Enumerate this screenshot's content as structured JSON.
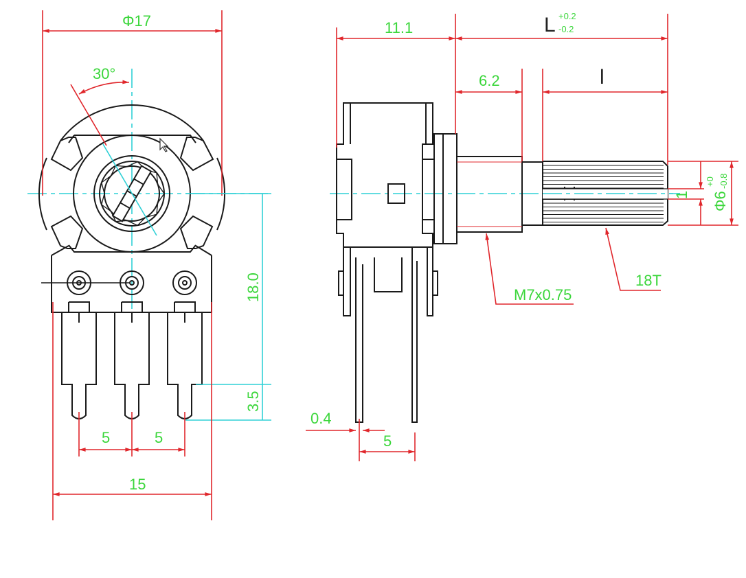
{
  "front_view": {
    "diameter_label": "Φ17",
    "angle_label": "30°",
    "height_label": "18.0",
    "pin_length_label": "3.5",
    "pitch_left_label": "5",
    "pitch_right_label": "5",
    "width_label": "15"
  },
  "side_view": {
    "body_length_label": "11.1",
    "total_length_label": "L",
    "total_tol_plus": "+0.2",
    "total_tol_minus": "-0.2",
    "bushing_length_label": "6.2",
    "knurl_length_label": "l",
    "thread_label": "M7x0.75",
    "knurl_label": "18T",
    "pin_thickness_label": "0.4",
    "pin_spacing_label": "5",
    "slot_label": "1",
    "shaft_dia_label": "Φ6",
    "shaft_tol_plus": "+0",
    "shaft_tol_minus": "-0.8"
  },
  "colors": {
    "outline": "#1a1a1a",
    "dimension": "#e0262b",
    "text": "#3bd63b",
    "centerline": "#2fd0d6"
  }
}
